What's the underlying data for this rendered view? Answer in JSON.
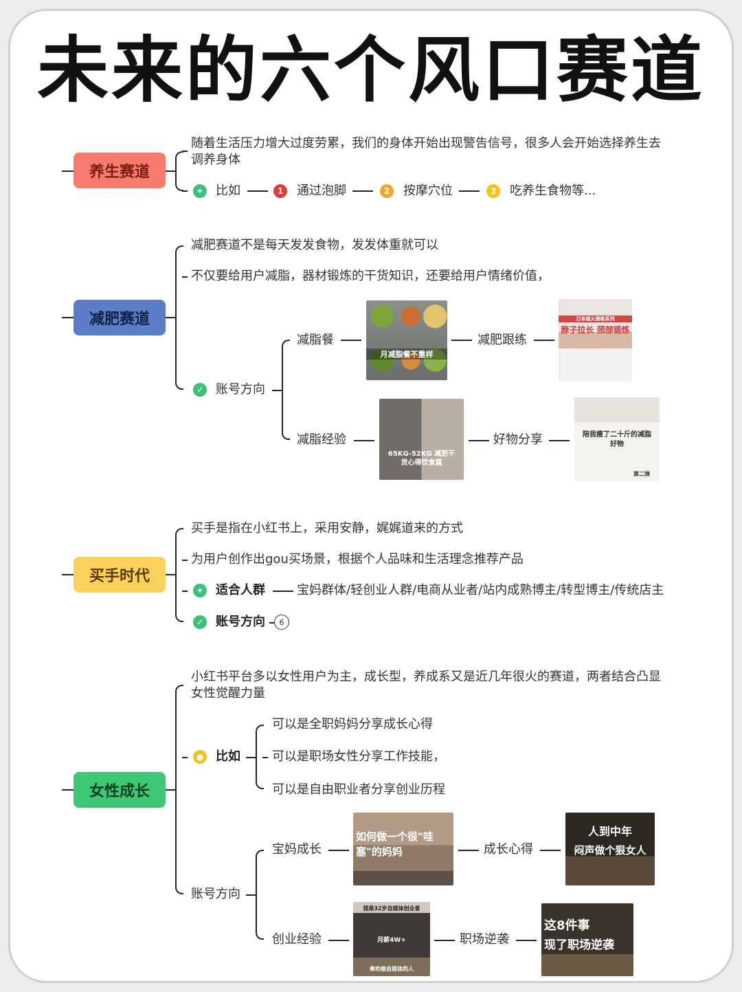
{
  "title": "未来的六个风口赛道",
  "colors": {
    "health": "#f47b6e",
    "diet": "#5c7ec9",
    "buyer": "#fbd15c",
    "women": "#3ec775",
    "line": "#1e2433"
  },
  "s1": {
    "label": "养生赛道",
    "desc": "随着生活压力增大过度劳累，我们的身体开始出现警告信号，很多人会开始选择养生去调养身体",
    "example": "比如",
    "items": [
      {
        "num": "1",
        "text": "通过泡脚"
      },
      {
        "num": "2",
        "text": "按摩穴位"
      },
      {
        "num": "3",
        "text": "吃养生食物等..."
      }
    ]
  },
  "s2": {
    "label": "减肥赛道",
    "b1": "减肥赛道不是每天发发食物，发发体重就可以",
    "b2": "不仅要给用户减脂，器材锻炼的干货知识，还要给用户情绪价值，",
    "dir": "账号方向",
    "n1": "减脂餐",
    "n2": "减肥跟练",
    "n3": "减脂经验",
    "n4": "好物分享",
    "img1": "月减脂餐不重样",
    "img2a": "日本超火跟练系列",
    "img2b": "脖子拉长 颈部锻炼",
    "img3": "65KG-52KG 减肥干货心得饮食篇",
    "img4a": "陪我瘦了二十斤的减脂好物",
    "img4b": "第二弹"
  },
  "s3": {
    "label": "买手时代",
    "b1": "买手是指在小红书上，采用安静，娓娓道来的方式",
    "b2": "为用户创作出gou买场景，根据个人品味和生活理念推荐产品",
    "fit_label": "适合人群",
    "fit_text": "宝妈群体/轻创业人群/电商从业者/站内成熟博主/转型博主/传统店主",
    "dir": "账号方向",
    "count": "6"
  },
  "s4": {
    "label": "女性成长",
    "desc": "小红书平台多以女性用户为主，成长型，养成系又是近几年很火的赛道，两者结合凸显女性觉醒力量",
    "example": "比如",
    "ex1": "可以是全职妈妈分享成长心得",
    "ex2": "可以是职场女性分享工作技能，",
    "ex3": "可以是自由职业者分享创业历程",
    "dir": "账号方向",
    "n1": "宝妈成长",
    "n2": "成长心得",
    "n3": "创业经验",
    "n4": "职场逆袭",
    "img1": "如何做一个很\"哇塞\"的妈妈",
    "img2a": "人到中年",
    "img2b": "闷声做个狠女人",
    "img3a": "我是32岁自媒体创业者",
    "img3b": "月薪4W+",
    "img3c": "奉劝做自媒体的人",
    "img4a": "这8件事",
    "img4b": "现了职场逆袭"
  }
}
